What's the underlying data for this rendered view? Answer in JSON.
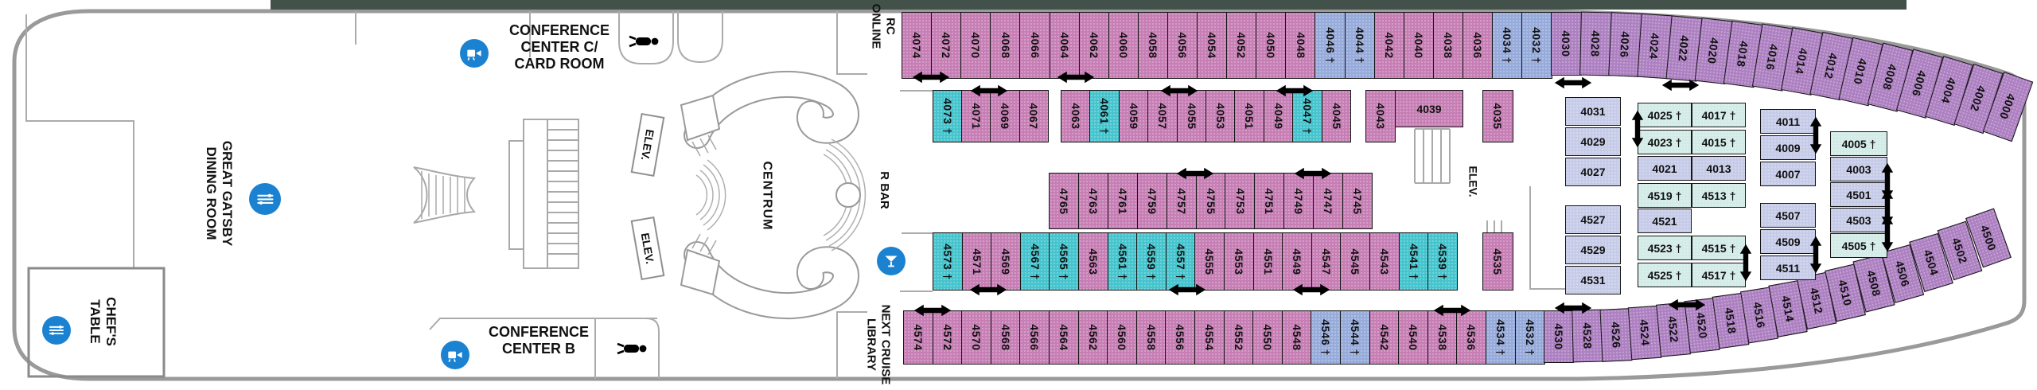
{
  "areas": {
    "dining_room": {
      "line1": "GREAT GATSBY",
      "line2": "DINING ROOM"
    },
    "chefs_table": {
      "line1": "CHEF'S",
      "line2": "TABLE"
    },
    "conference_c": {
      "line1": "CONFERENCE",
      "line2": "CENTER C/",
      "line3": "CARD ROOM"
    },
    "conference_b": {
      "line1": "CONFERENCE",
      "line2": "CENTER B"
    },
    "centrum": {
      "label": "CENTRUM"
    },
    "rc_online": {
      "line1": "RC",
      "line2": "ONLINE"
    },
    "r_bar": {
      "label": "R BAR"
    },
    "next_cruise_library": {
      "line1": "NEXT CRUISE",
      "line2": "LIBRARY"
    },
    "elevator": {
      "label": "ELEV."
    }
  },
  "symbols": {
    "dagger": "†",
    "connecting_door": "double-arrow"
  },
  "icon_names": [
    "dining-icon",
    "conference-icon",
    "martini-icon",
    "person-icon",
    "stairs",
    "elevator-box"
  ],
  "colors": {
    "p": "#c67eb4",
    "t": "#45c4cd",
    "b": "#97abdb",
    "u": "#ad80c1",
    "m": "#d2ebe6",
    "l": "#c6cbe8",
    "icon_blue": "#1b82d2",
    "hull_gray": "#9a9a9a"
  },
  "cabins": {
    "row_top": [
      {
        "n": "4074",
        "c": "p"
      },
      {
        "n": "4072",
        "c": "p"
      },
      {
        "n": "4070",
        "c": "p"
      },
      {
        "n": "4068",
        "c": "p"
      },
      {
        "n": "4066",
        "c": "p"
      },
      {
        "n": "4064",
        "c": "p"
      },
      {
        "n": "4062",
        "c": "p"
      },
      {
        "n": "4060",
        "c": "p"
      },
      {
        "n": "4058",
        "c": "p"
      },
      {
        "n": "4056",
        "c": "p"
      },
      {
        "n": "4054",
        "c": "p"
      },
      {
        "n": "4052",
        "c": "p"
      },
      {
        "n": "4050",
        "c": "p"
      },
      {
        "n": "4048",
        "c": "p"
      },
      {
        "n": "4046",
        "c": "b",
        "d": 1
      },
      {
        "n": "4044",
        "c": "b",
        "d": 1
      },
      {
        "n": "4042",
        "c": "p"
      },
      {
        "n": "4040",
        "c": "p"
      },
      {
        "n": "4038",
        "c": "p"
      },
      {
        "n": "4036",
        "c": "p"
      },
      {
        "n": "4034",
        "c": "b",
        "d": 1
      },
      {
        "n": "4032",
        "c": "b",
        "d": 1
      },
      {
        "n": "4030",
        "c": "u"
      },
      {
        "n": "4028",
        "c": "u"
      },
      {
        "n": "4026",
        "c": "u"
      },
      {
        "n": "4024",
        "c": "u"
      },
      {
        "n": "4022",
        "c": "u"
      },
      {
        "n": "4020",
        "c": "u"
      },
      {
        "n": "4018",
        "c": "u"
      },
      {
        "n": "4016",
        "c": "u"
      },
      {
        "n": "4014",
        "c": "u"
      },
      {
        "n": "4012",
        "c": "u"
      },
      {
        "n": "4010",
        "c": "u"
      },
      {
        "n": "4008",
        "c": "u"
      },
      {
        "n": "4006",
        "c": "u"
      },
      {
        "n": "4004",
        "c": "u"
      },
      {
        "n": "4002",
        "c": "u"
      },
      {
        "n": "4000",
        "c": "u"
      }
    ],
    "row_2a": [
      {
        "n": "4073",
        "c": "t",
        "d": 1
      },
      {
        "n": "4071",
        "c": "p"
      },
      {
        "n": "4069",
        "c": "p"
      },
      {
        "n": "4067",
        "c": "p"
      }
    ],
    "row_2b": [
      {
        "n": "4063",
        "c": "p"
      },
      {
        "n": "4061",
        "c": "t",
        "d": 1
      },
      {
        "n": "4059",
        "c": "p"
      },
      {
        "n": "4057",
        "c": "p"
      },
      {
        "n": "4055",
        "c": "p"
      },
      {
        "n": "4053",
        "c": "p"
      },
      {
        "n": "4051",
        "c": "p"
      },
      {
        "n": "4049",
        "c": "p"
      },
      {
        "n": "4047",
        "c": "t",
        "d": 1
      },
      {
        "n": "4045",
        "c": "p"
      }
    ],
    "row_2_single": [
      {
        "n": "4043",
        "c": "p"
      }
    ],
    "row_2_h": [
      {
        "n": "4039",
        "c": "p"
      }
    ],
    "row_2_end": [
      {
        "n": "4035",
        "c": "p"
      }
    ],
    "row_mid": [
      {
        "n": "4765",
        "c": "p"
      },
      {
        "n": "4763",
        "c": "p"
      },
      {
        "n": "4761",
        "c": "p"
      },
      {
        "n": "4759",
        "c": "p"
      },
      {
        "n": "4757",
        "c": "p"
      },
      {
        "n": "4755",
        "c": "p"
      },
      {
        "n": "4753",
        "c": "p"
      },
      {
        "n": "4751",
        "c": "p"
      },
      {
        "n": "4749",
        "c": "p"
      },
      {
        "n": "4747",
        "c": "p"
      },
      {
        "n": "4745",
        "c": "p"
      }
    ],
    "row_4a": [
      {
        "n": "4573",
        "c": "t",
        "d": 1
      },
      {
        "n": "4571",
        "c": "p"
      },
      {
        "n": "4569",
        "c": "p"
      },
      {
        "n": "4567",
        "c": "t",
        "d": 1
      },
      {
        "n": "4565",
        "c": "t",
        "d": 1
      },
      {
        "n": "4563",
        "c": "p"
      },
      {
        "n": "4561",
        "c": "t",
        "d": 1
      },
      {
        "n": "4559",
        "c": "t",
        "d": 1
      },
      {
        "n": "4557",
        "c": "t",
        "d": 1
      },
      {
        "n": "4555",
        "c": "p"
      },
      {
        "n": "4553",
        "c": "p"
      },
      {
        "n": "4551",
        "c": "p"
      },
      {
        "n": "4549",
        "c": "p"
      },
      {
        "n": "4547",
        "c": "p"
      },
      {
        "n": "4545",
        "c": "p"
      },
      {
        "n": "4543",
        "c": "p"
      },
      {
        "n": "4541",
        "c": "t",
        "d": 1
      },
      {
        "n": "4539",
        "c": "t",
        "d": 1
      }
    ],
    "row_4_end": [
      {
        "n": "4535",
        "c": "p"
      }
    ],
    "row_bottom": [
      {
        "n": "4574",
        "c": "p"
      },
      {
        "n": "4572",
        "c": "p"
      },
      {
        "n": "4570",
        "c": "p"
      },
      {
        "n": "4568",
        "c": "p"
      },
      {
        "n": "4566",
        "c": "p"
      },
      {
        "n": "4564",
        "c": "p"
      },
      {
        "n": "4562",
        "c": "p"
      },
      {
        "n": "4560",
        "c": "p"
      },
      {
        "n": "4558",
        "c": "p"
      },
      {
        "n": "4556",
        "c": "p"
      },
      {
        "n": "4554",
        "c": "p"
      },
      {
        "n": "4552",
        "c": "p"
      },
      {
        "n": "4550",
        "c": "p"
      },
      {
        "n": "4548",
        "c": "p"
      },
      {
        "n": "4546",
        "c": "b",
        "d": 1
      },
      {
        "n": "4544",
        "c": "b",
        "d": 1
      },
      {
        "n": "4542",
        "c": "p"
      },
      {
        "n": "4540",
        "c": "p"
      },
      {
        "n": "4538",
        "c": "p"
      },
      {
        "n": "4536",
        "c": "p"
      },
      {
        "n": "4534",
        "c": "b",
        "d": 1
      },
      {
        "n": "4532",
        "c": "b",
        "d": 1
      },
      {
        "n": "4530",
        "c": "u"
      },
      {
        "n": "4528",
        "c": "u"
      },
      {
        "n": "4526",
        "c": "u"
      },
      {
        "n": "4524",
        "c": "u"
      },
      {
        "n": "4522",
        "c": "u"
      },
      {
        "n": "4520",
        "c": "u"
      },
      {
        "n": "4518",
        "c": "u"
      },
      {
        "n": "4516",
        "c": "u"
      },
      {
        "n": "4514",
        "c": "u"
      },
      {
        "n": "4512",
        "c": "u"
      },
      {
        "n": "4510",
        "c": "u"
      },
      {
        "n": "4508",
        "c": "u"
      },
      {
        "n": "4506",
        "c": "u"
      },
      {
        "n": "4504",
        "c": "u"
      },
      {
        "n": "4502",
        "c": "u"
      },
      {
        "n": "4500",
        "c": "u"
      }
    ],
    "block_a_top": [
      {
        "n": "4031",
        "c": "l"
      },
      {
        "n": "4029",
        "c": "l"
      },
      {
        "n": "4027",
        "c": "l"
      }
    ],
    "block_a_bot": [
      {
        "n": "4527",
        "c": "l"
      },
      {
        "n": "4529",
        "c": "l"
      },
      {
        "n": "4531",
        "c": "l"
      }
    ],
    "block_b": [
      [
        {
          "n": "4025",
          "c": "m",
          "d": 1
        },
        {
          "n": "4017",
          "c": "m",
          "d": 1
        }
      ],
      [
        {
          "n": "4023",
          "c": "m",
          "d": 1
        },
        {
          "n": "4015",
          "c": "m",
          "d": 1
        }
      ],
      [
        {
          "n": "4021",
          "c": "l"
        },
        {
          "n": "4013",
          "c": "l"
        }
      ],
      [
        {
          "n": "4519",
          "c": "m",
          "d": 1
        },
        {
          "n": "4513",
          "c": "m",
          "d": 1
        }
      ],
      [
        {
          "n": "4521",
          "c": "l"
        },
        null
      ],
      [
        {
          "n": "4523",
          "c": "m",
          "d": 1
        },
        {
          "n": "4515",
          "c": "m",
          "d": 1
        }
      ],
      [
        {
          "n": "4525",
          "c": "m",
          "d": 1
        },
        {
          "n": "4517",
          "c": "m",
          "d": 1
        }
      ]
    ],
    "block_c_top": [
      {
        "n": "4011",
        "c": "l"
      },
      {
        "n": "4009",
        "c": "l"
      },
      {
        "n": "4007",
        "c": "l"
      }
    ],
    "block_c_bot": [
      {
        "n": "4507",
        "c": "l"
      },
      {
        "n": "4509",
        "c": "l"
      },
      {
        "n": "4511",
        "c": "l"
      }
    ],
    "block_d": [
      {
        "n": "4005",
        "c": "m",
        "d": 1
      },
      {
        "n": "4003",
        "c": "l"
      },
      {
        "n": "4501",
        "c": "l"
      },
      {
        "n": "4503",
        "c": "l"
      },
      {
        "n": "4505",
        "c": "m",
        "d": 1
      }
    ]
  }
}
